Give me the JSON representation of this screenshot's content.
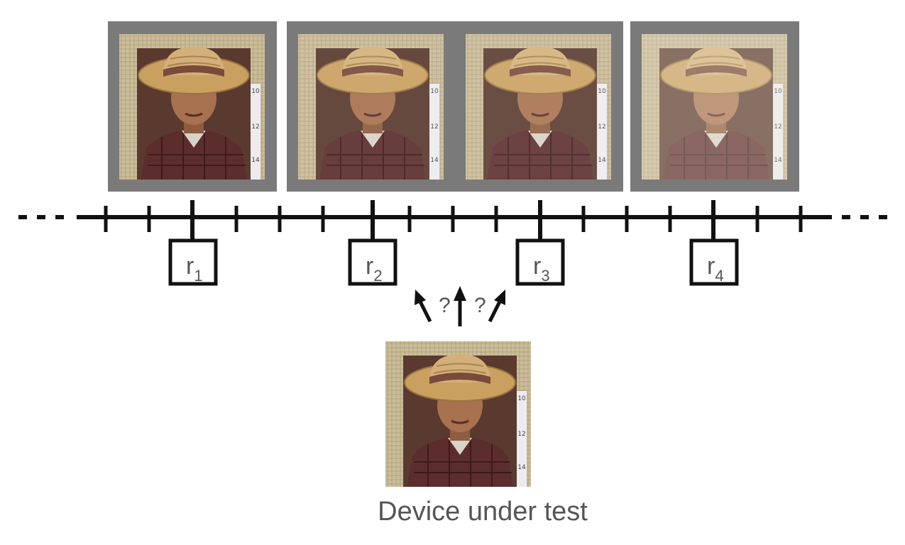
{
  "references": [
    {
      "label": "r",
      "sub": "1",
      "variant": "sharp"
    },
    {
      "label": "r",
      "sub": "2",
      "variant": "normal"
    },
    {
      "label": "r",
      "sub": "3",
      "variant": "normal"
    },
    {
      "label": "r",
      "sub": "4",
      "variant": "faded"
    }
  ],
  "question_marks": [
    "?",
    "?"
  ],
  "ruler_ticks": [
    "10",
    "12",
    "14"
  ],
  "dut_label": "Device under test",
  "colors": {
    "frame": "#7a7a7a",
    "axis": "#111111",
    "text": "#555555",
    "burlap": "#cbbd9a",
    "background": "#5a3a2e",
    "hat": "#c9a060",
    "hat_band": "#7a4a3a",
    "face": "#a8714f",
    "shirt": "#5c2d2d",
    "ruler": "#ececf0"
  }
}
